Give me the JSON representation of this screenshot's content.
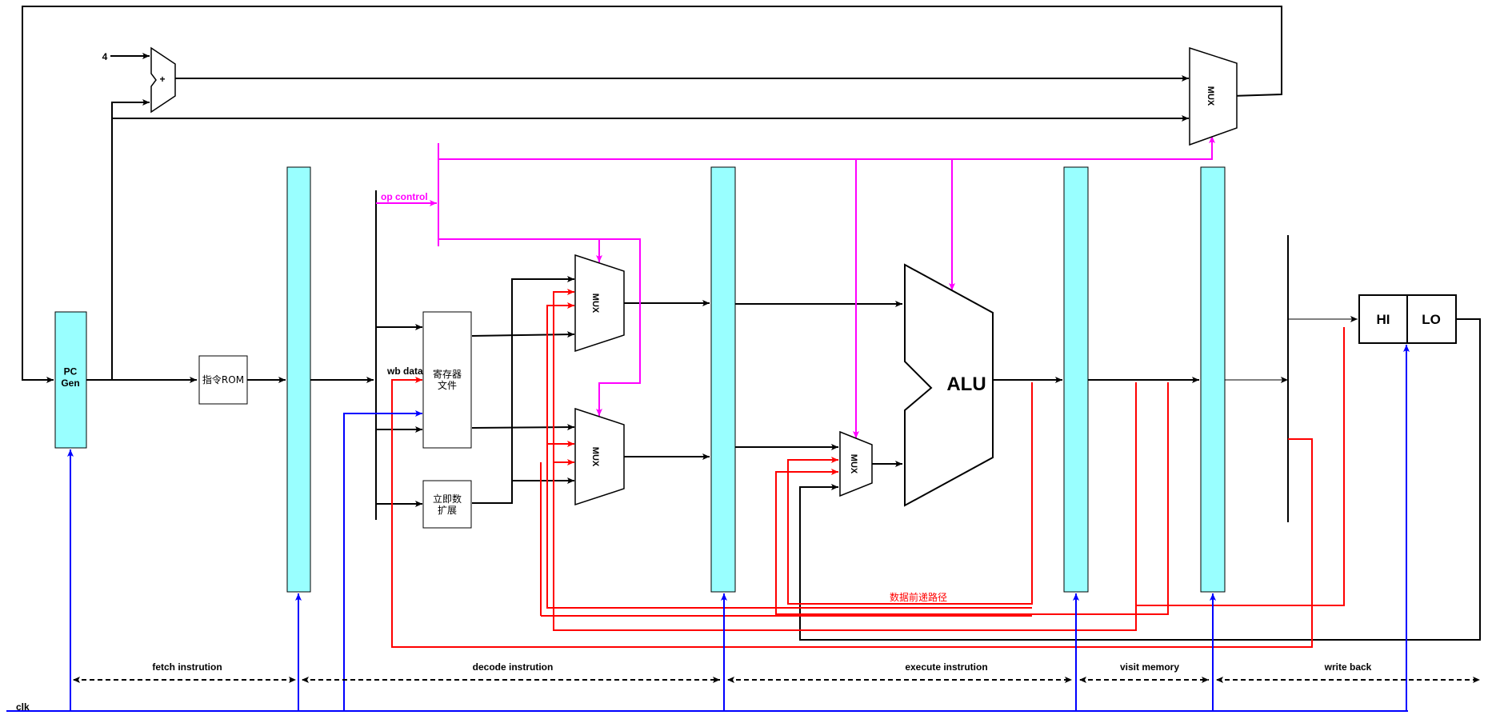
{
  "blocks": {
    "pc_gen": "PC\nGen",
    "rom": "指令ROM",
    "regfile": "寄存器\n文件",
    "imm_ext": "立即数\n扩展",
    "alu": "ALU",
    "hi": "HI",
    "lo": "LO",
    "mux": "MUX",
    "adder_plus": "+",
    "const_four": "4"
  },
  "signals": {
    "op_control": "op control",
    "wb_data": "wb data",
    "forwarding": "数据前递路径",
    "clk": "clk"
  },
  "stages": [
    "fetch instrution",
    "decode instrution",
    "execute instrution",
    "visit memory",
    "write back"
  ],
  "colors": {
    "pipeline_register": "#99FFFF",
    "control": "#FF00FF",
    "forwarding": "#FF0000",
    "clock": "#0000FF",
    "datapath": "#000000"
  }
}
